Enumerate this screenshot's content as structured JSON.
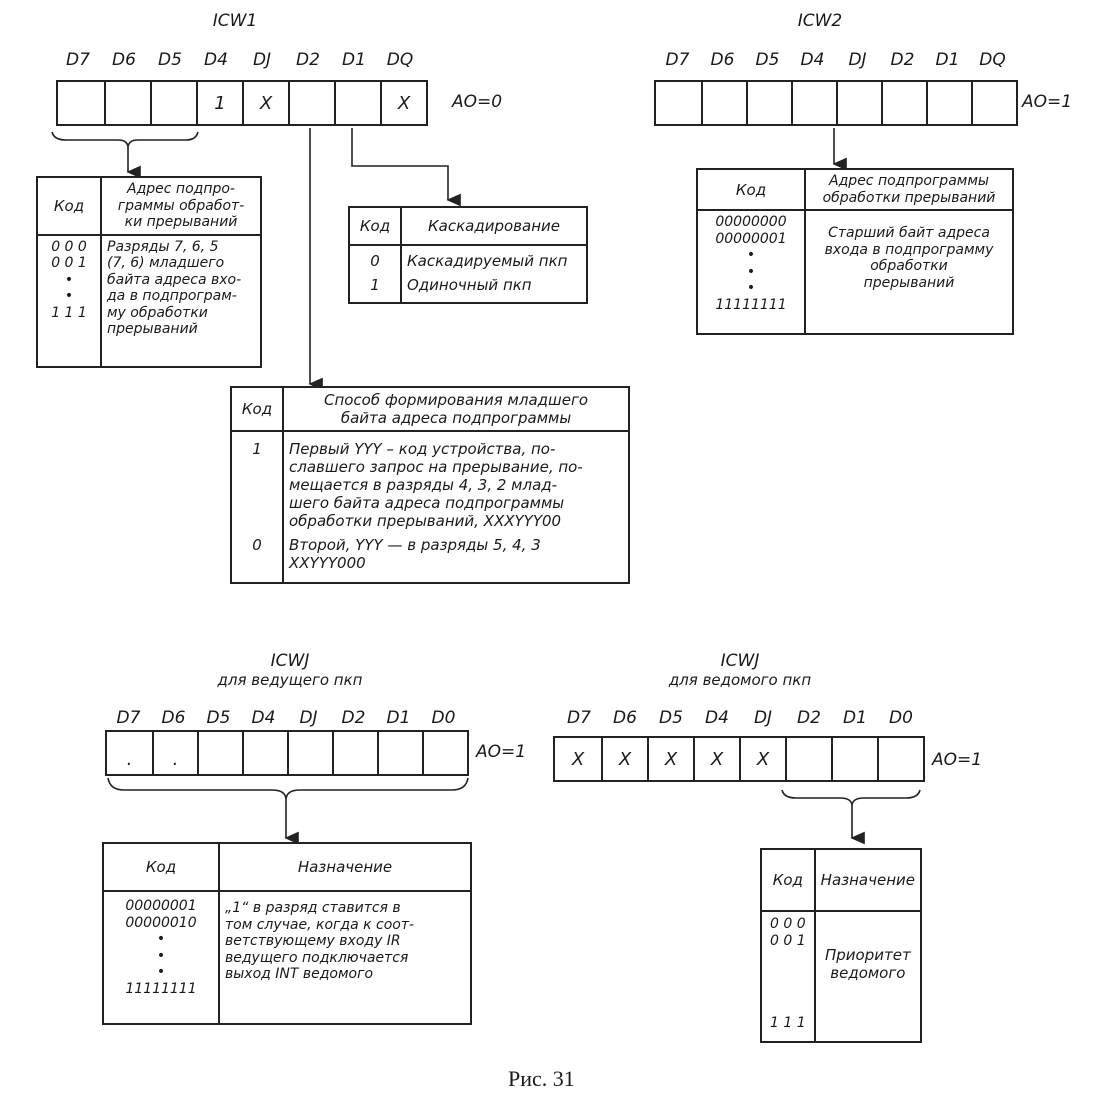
{
  "figure_caption": "Рис. 31",
  "icw1": {
    "title": "ICW1",
    "bits": [
      "D7",
      "D6",
      "D5",
      "D4",
      "DЈ",
      "D2",
      "D1",
      "DQ"
    ],
    "cells": [
      "",
      "",
      "",
      "1",
      "X",
      "",
      "",
      "X"
    ],
    "ao": "AO=0",
    "table_address": {
      "header_code": "Код",
      "header_desc": "Адрес подпро-\nграммы обработ-\nки прерываний",
      "codes": "0 0 0\n0 0 1\n•\n•\n1 1 1",
      "desc": "Разряды 7, 6, 5\n(7, 6) младшего\nбайта адреса вхо-\nда в подпрограм-\nму обработки\nпрерываний"
    },
    "table_cascade": {
      "header_code": "Код",
      "header_desc": "Каскадирование",
      "rows": [
        {
          "code": "0",
          "desc": "Каскадируемый пкп"
        },
        {
          "code": "1",
          "desc": "Одиночный пкп"
        }
      ]
    },
    "table_method": {
      "header_code": "Код",
      "header_desc": "Способ формирования младшего\nбайта адреса подпрограммы",
      "rows": [
        {
          "code": "1",
          "desc": "Первый YYY – код устройства, по-\nславшего запрос на прерывание, по-\nмещается в разряды 4, 3, 2 млад-\nшего байта адреса подпрограммы\nобработки прерываний, XXXYYY00"
        },
        {
          "code": "0",
          "desc": "Второй, YYY — в разряды 5, 4, 3\n          XXYYY000"
        }
      ]
    }
  },
  "icw2": {
    "title": "ICW2",
    "bits": [
      "D7",
      "D6",
      "D5",
      "D4",
      "DЈ",
      "D2",
      "D1",
      "DQ"
    ],
    "cells": [
      "",
      "",
      "",
      "",
      "",
      "",
      "",
      ""
    ],
    "ao": "AO=1",
    "table": {
      "header_code": "Код",
      "header_desc": "Адрес подпрограммы\nобработки прерываний",
      "codes": "00000000\n00000001\n•\n•\n•\n11111111",
      "desc": "Старший байт адреса\nвхода в подпрограмму\nобработки\nпрерываний"
    }
  },
  "icw3_master": {
    "title": "ICWЈ",
    "subtitle": "для ведущего пкп",
    "bits": [
      "D7",
      "D6",
      "D5",
      "D4",
      "DЈ",
      "D2",
      "D1",
      "D0"
    ],
    "cells": [
      ".",
      ".",
      "",
      "",
      "",
      "",
      "",
      ""
    ],
    "ao": "AO=1",
    "table": {
      "header_code": "Код",
      "header_desc": "Назначение",
      "codes": "00000001\n00000010\n•\n•\n•\n11111111",
      "desc": "„1“ в разряд ставится в\nтом случае, когда к соот-\nветствующему входу IR\nведущего подключается\nвыход INT ведомого"
    }
  },
  "icw3_slave": {
    "title": "ICWЈ",
    "subtitle": "для ведомого пкп",
    "bits": [
      "D7",
      "D6",
      "D5",
      "D4",
      "DЈ",
      "D2",
      "D1",
      "D0"
    ],
    "cells": [
      "X",
      "X",
      "X",
      "X",
      "X",
      "",
      "",
      ""
    ],
    "ao": "AO=1",
    "table": {
      "header_code": "Код",
      "header_desc": "Назначение",
      "codes": "0 0 0\n0 0 1\n\n\n\n\n1 1 1",
      "desc": "Приоритет\nведомого"
    }
  }
}
